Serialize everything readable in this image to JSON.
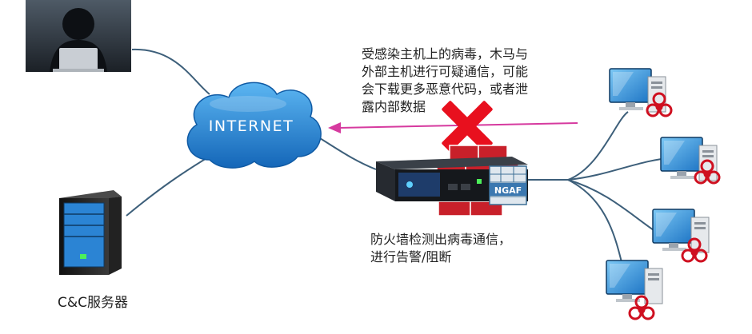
{
  "internet_label": "INTERNET",
  "ngaf_label": "NGAF",
  "cc_server_label": "C&C服务器",
  "threat_lines": [
    "受感染主机上的病毒，木马与",
    "外部主机进行可疑通信，可能",
    "会下载更多恶意代码，或者泄",
    "露内部数据"
  ],
  "firewall_lines": [
    "防火墙检测出病毒通信，",
    "进行告警/阻断"
  ],
  "colors": {
    "link": "#3d5f7a",
    "arrow": "#d63a9f",
    "block_x": "#e8101e",
    "cloud": "#1f7fd2",
    "brick": "#c8202a",
    "biohazard": "#cf1020",
    "monitor": "#2a90dc"
  },
  "icons": [
    "hacker-icon",
    "cloud-icon",
    "server-icon",
    "firewall-icon",
    "block-x-icon",
    "infected-pc-icon",
    "biohazard-icon"
  ]
}
